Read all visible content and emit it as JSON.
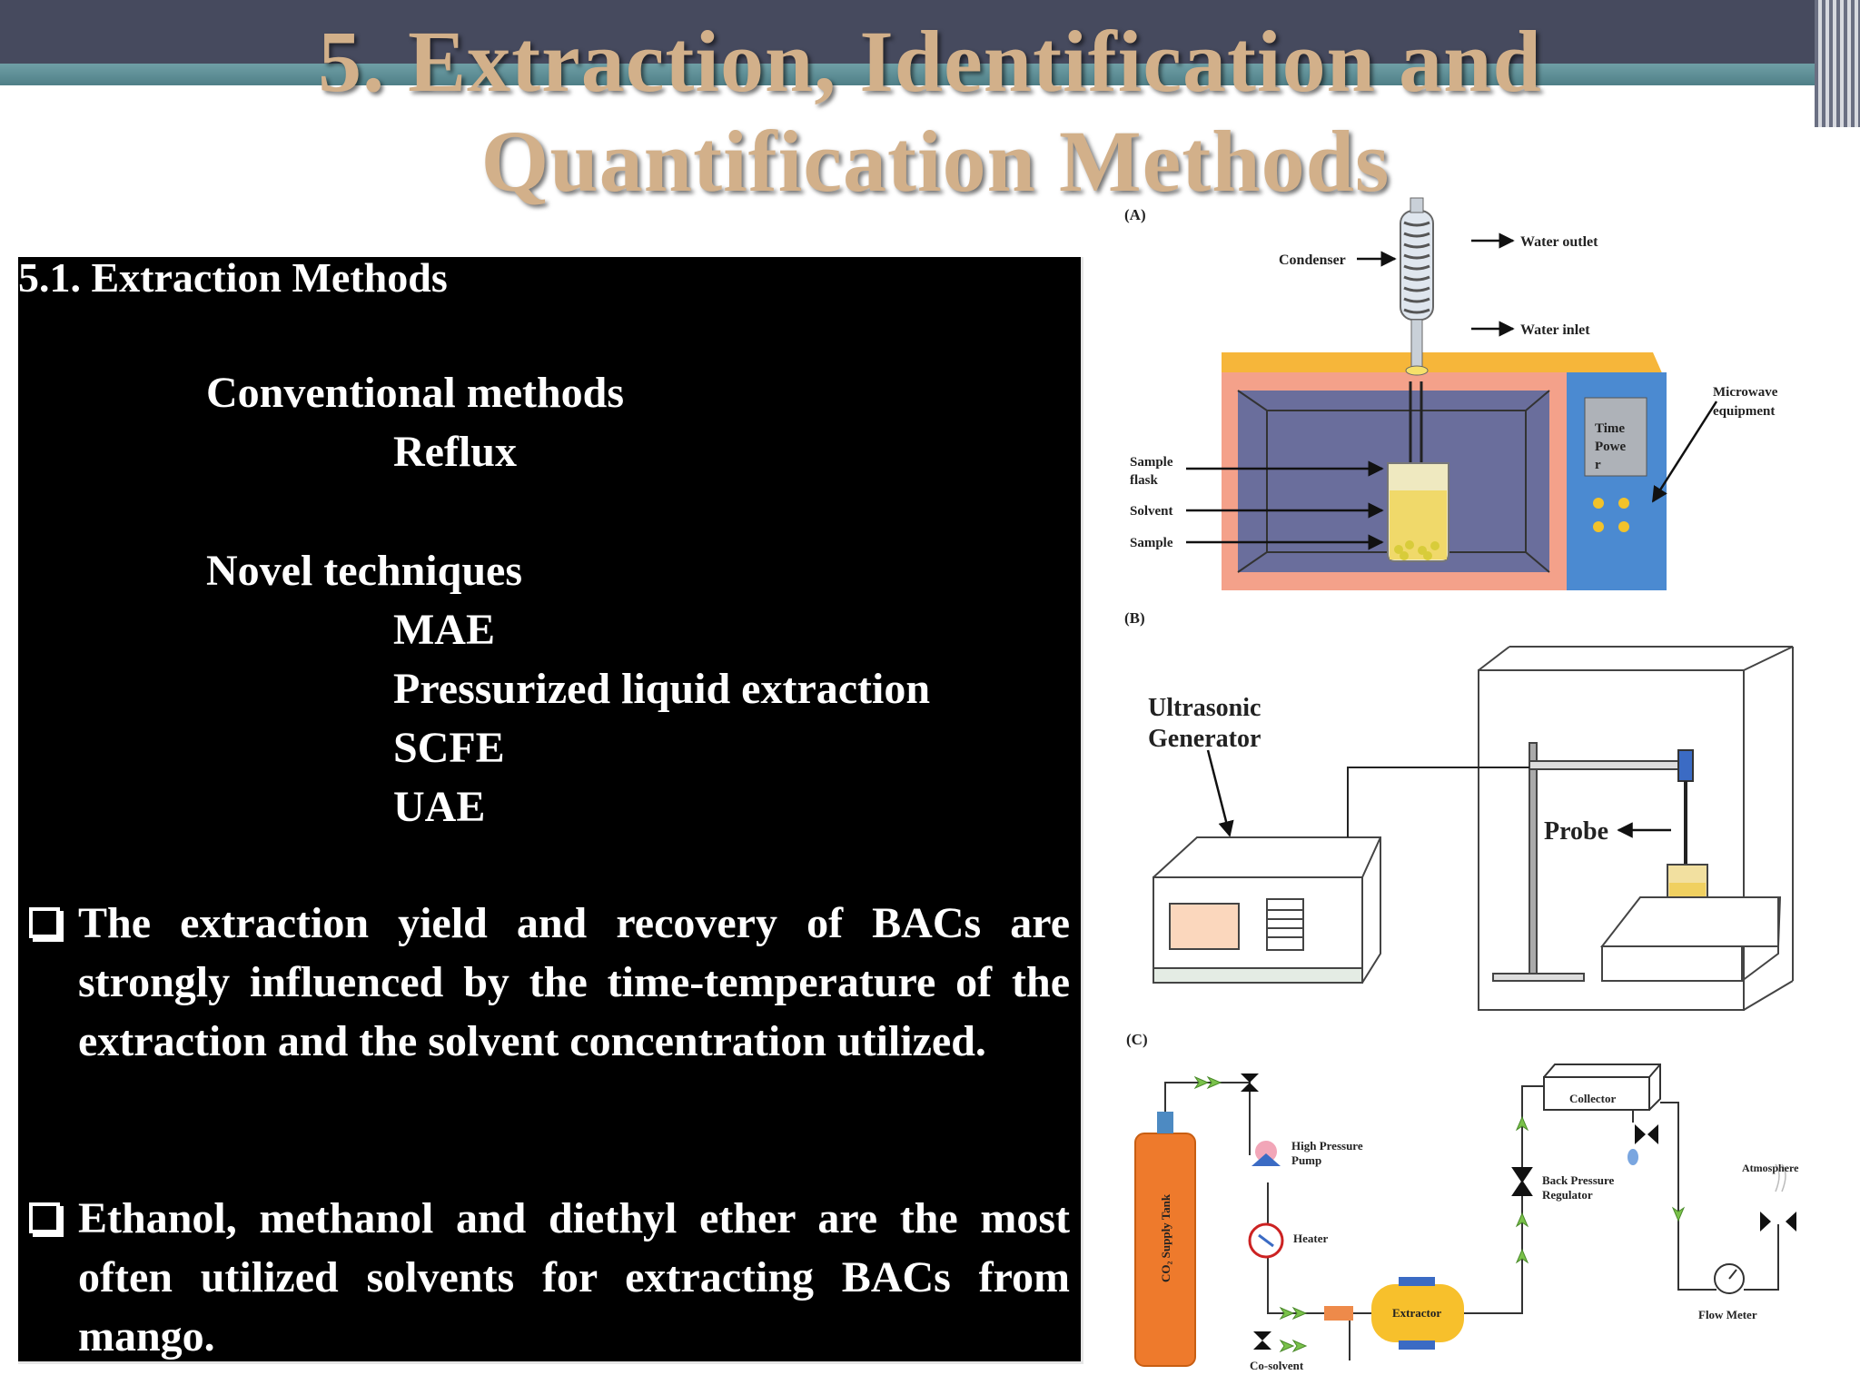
{
  "header": {
    "title_line1": "5. Extraction, Identification and",
    "title_line2": "Quantification Methods"
  },
  "left_panel": {
    "section_heading": "5.1. Extraction Methods",
    "conventional_heading": "Conventional methods",
    "conventional_items": [
      "Reflux"
    ],
    "novel_heading": "Novel techniques",
    "novel_items": [
      "MAE",
      "Pressurized liquid extraction",
      "SCFE",
      "UAE"
    ],
    "bullets": [
      "The extraction yield and recovery of BACs are strongly influenced by the time-temperature of the extraction and the solvent concentration utilized.",
      "Ethanol, methanol and diethyl ether are the most often utilized solvents for extracting BACs from mango."
    ]
  },
  "figure_a": {
    "label": "(A)",
    "condenser": "Condenser",
    "water_outlet": "Water outlet",
    "water_inlet": "Water inlet",
    "microwave_line1": "Microwave",
    "microwave_line2": "equipment",
    "panel_time": "Time",
    "panel_power1": "Powe",
    "panel_power2": "r",
    "sample_flask1": "Sample",
    "sample_flask2": "flask",
    "solvent": "Solvent",
    "sample": "Sample"
  },
  "figure_b": {
    "label": "(B)",
    "generator1": "Ultrasonic",
    "generator2": "Generator",
    "probe": "Probe"
  },
  "figure_c": {
    "label": "(C)",
    "co2_tank": "CO₂ Supply Tank",
    "pump1": "High Pressure",
    "pump2": "Pump",
    "heater": "Heater",
    "extractor": "Extractor",
    "cosolvent": "Co-solvent",
    "collector": "Collector",
    "bpr1": "Back Pressure",
    "bpr2": "Regulator",
    "atmosphere": "Atmosphere",
    "flow_meter": "Flow Meter"
  }
}
